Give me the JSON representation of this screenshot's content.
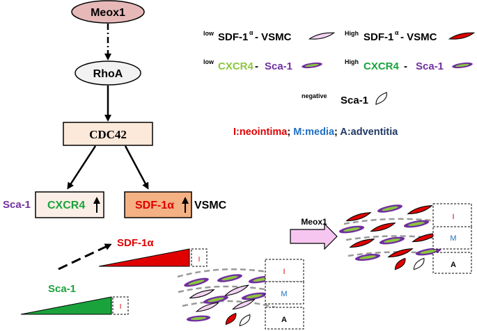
{
  "pathway": {
    "meox1": "Meox1",
    "rhoa": "RhoA",
    "cdc42": "CDC42",
    "cxcr4": "CXCR4",
    "sca1_left": "Sca-1",
    "sdf1a": "SDF-1α",
    "vsmc_right": "VSMC",
    "up_arrow_glyph": "↑"
  },
  "legend": {
    "low_sdf": {
      "prefix": "low",
      "name": "SDF-1",
      "superscript": "α",
      "suffix": "- VSMC"
    },
    "high_sdf": {
      "prefix": "High",
      "name": "SDF-1",
      "superscript": "α",
      "suffix": "- VSMC"
    },
    "low_cxcr4": {
      "prefix": "low",
      "name": "CXCR4",
      "sep": "- ",
      "suffix": "Sca-1"
    },
    "high_cxcr4": {
      "prefix": "High",
      "name": "CXCR4",
      "sep": "- ",
      "suffix": "Sca-1"
    },
    "negative_sca1": {
      "prefix": "negative",
      "name": "Sca-1"
    }
  },
  "layers_key": {
    "i": "I:neointima",
    "sep1": "; ",
    "m": "M:media",
    "sep2": "; ",
    "a": "A:adventitia"
  },
  "gradients": {
    "sdf1a": "SDF-1α",
    "sca1": "Sca-1",
    "box_label": "I"
  },
  "vessel_before": {
    "i": "I",
    "m": "M",
    "a": "A"
  },
  "vessel_after": {
    "i": "I",
    "m": "M",
    "a": "A"
  },
  "treatment_arrow": "Meox1",
  "colors": {
    "red": "#e00000",
    "green": "#1aa33c",
    "light_green": "#8cc63f",
    "purple": "#7030a0",
    "blue": "#1f6fc4",
    "navy": "#1f3864",
    "meox1_fill": "#e6b9b8",
    "rhoa_fill": "#f2f2f2",
    "cdc42_fill": "#fde9d9",
    "sdf_box_fill": "#f4b183",
    "pink_cell": "#f2d4f2",
    "arrow_fill": "#f7c6f0"
  }
}
